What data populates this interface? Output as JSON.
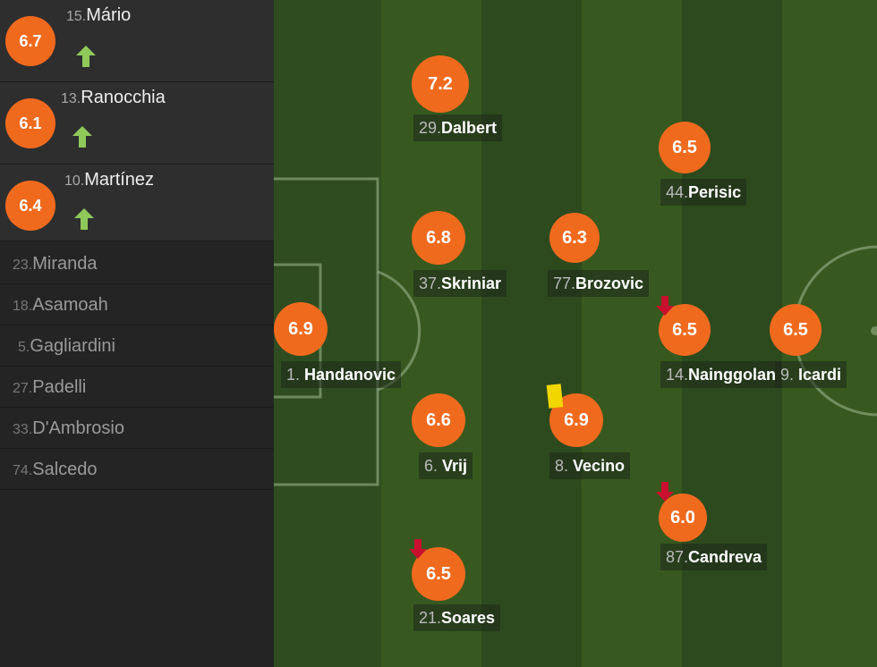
{
  "substitutes_used": [
    {
      "number": "15.",
      "name": "Mário",
      "rating": "6.7"
    },
    {
      "number": "13.",
      "name": "Ranocchia",
      "rating": "6.1"
    },
    {
      "number": "10.",
      "name": "Martínez",
      "rating": "6.4"
    }
  ],
  "bench": [
    {
      "number": "23.",
      "name": "Miranda"
    },
    {
      "number": "18.",
      "name": "Asamoah"
    },
    {
      "number": "5.",
      "name": "Gagliardini"
    },
    {
      "number": "27.",
      "name": "Padelli"
    },
    {
      "number": "33.",
      "name": "D'Ambrosio"
    },
    {
      "number": "74.",
      "name": "Salcedo"
    }
  ],
  "lineup": [
    {
      "number": "1.",
      "name": "Handanovic",
      "rating": "6.9"
    },
    {
      "number": "29.",
      "name": "Dalbert",
      "rating": "7.2"
    },
    {
      "number": "37.",
      "name": "Skriniar",
      "rating": "6.8"
    },
    {
      "number": "6.",
      "name": "Vrij",
      "rating": "6.6"
    },
    {
      "number": "21.",
      "name": "Soares",
      "rating": "6.5"
    },
    {
      "number": "77.",
      "name": "Brozovic",
      "rating": "6.3"
    },
    {
      "number": "8.",
      "name": "Vecino",
      "rating": "6.9"
    },
    {
      "number": "44.",
      "name": "Perisic",
      "rating": "6.5"
    },
    {
      "number": "14.",
      "name": "Nainggolan",
      "rating": "6.5"
    },
    {
      "number": "87.",
      "name": "Candreva",
      "rating": "6.0"
    },
    {
      "number": "9.",
      "name": "Icardi",
      "rating": "6.5"
    }
  ],
  "icons": {
    "sub_in": "green-up-arrow-icon",
    "sub_out": "red-down-arrow-icon",
    "card": "yellow-card-icon"
  },
  "colors": {
    "rating_badge": "#f06a1e",
    "sub_in_arrow": "#8fc95a",
    "sub_out_arrow": "#c8102e",
    "yellow_card": "#f2d600",
    "pitch_dark": "#2d4a1e",
    "pitch_light": "#37591f"
  }
}
